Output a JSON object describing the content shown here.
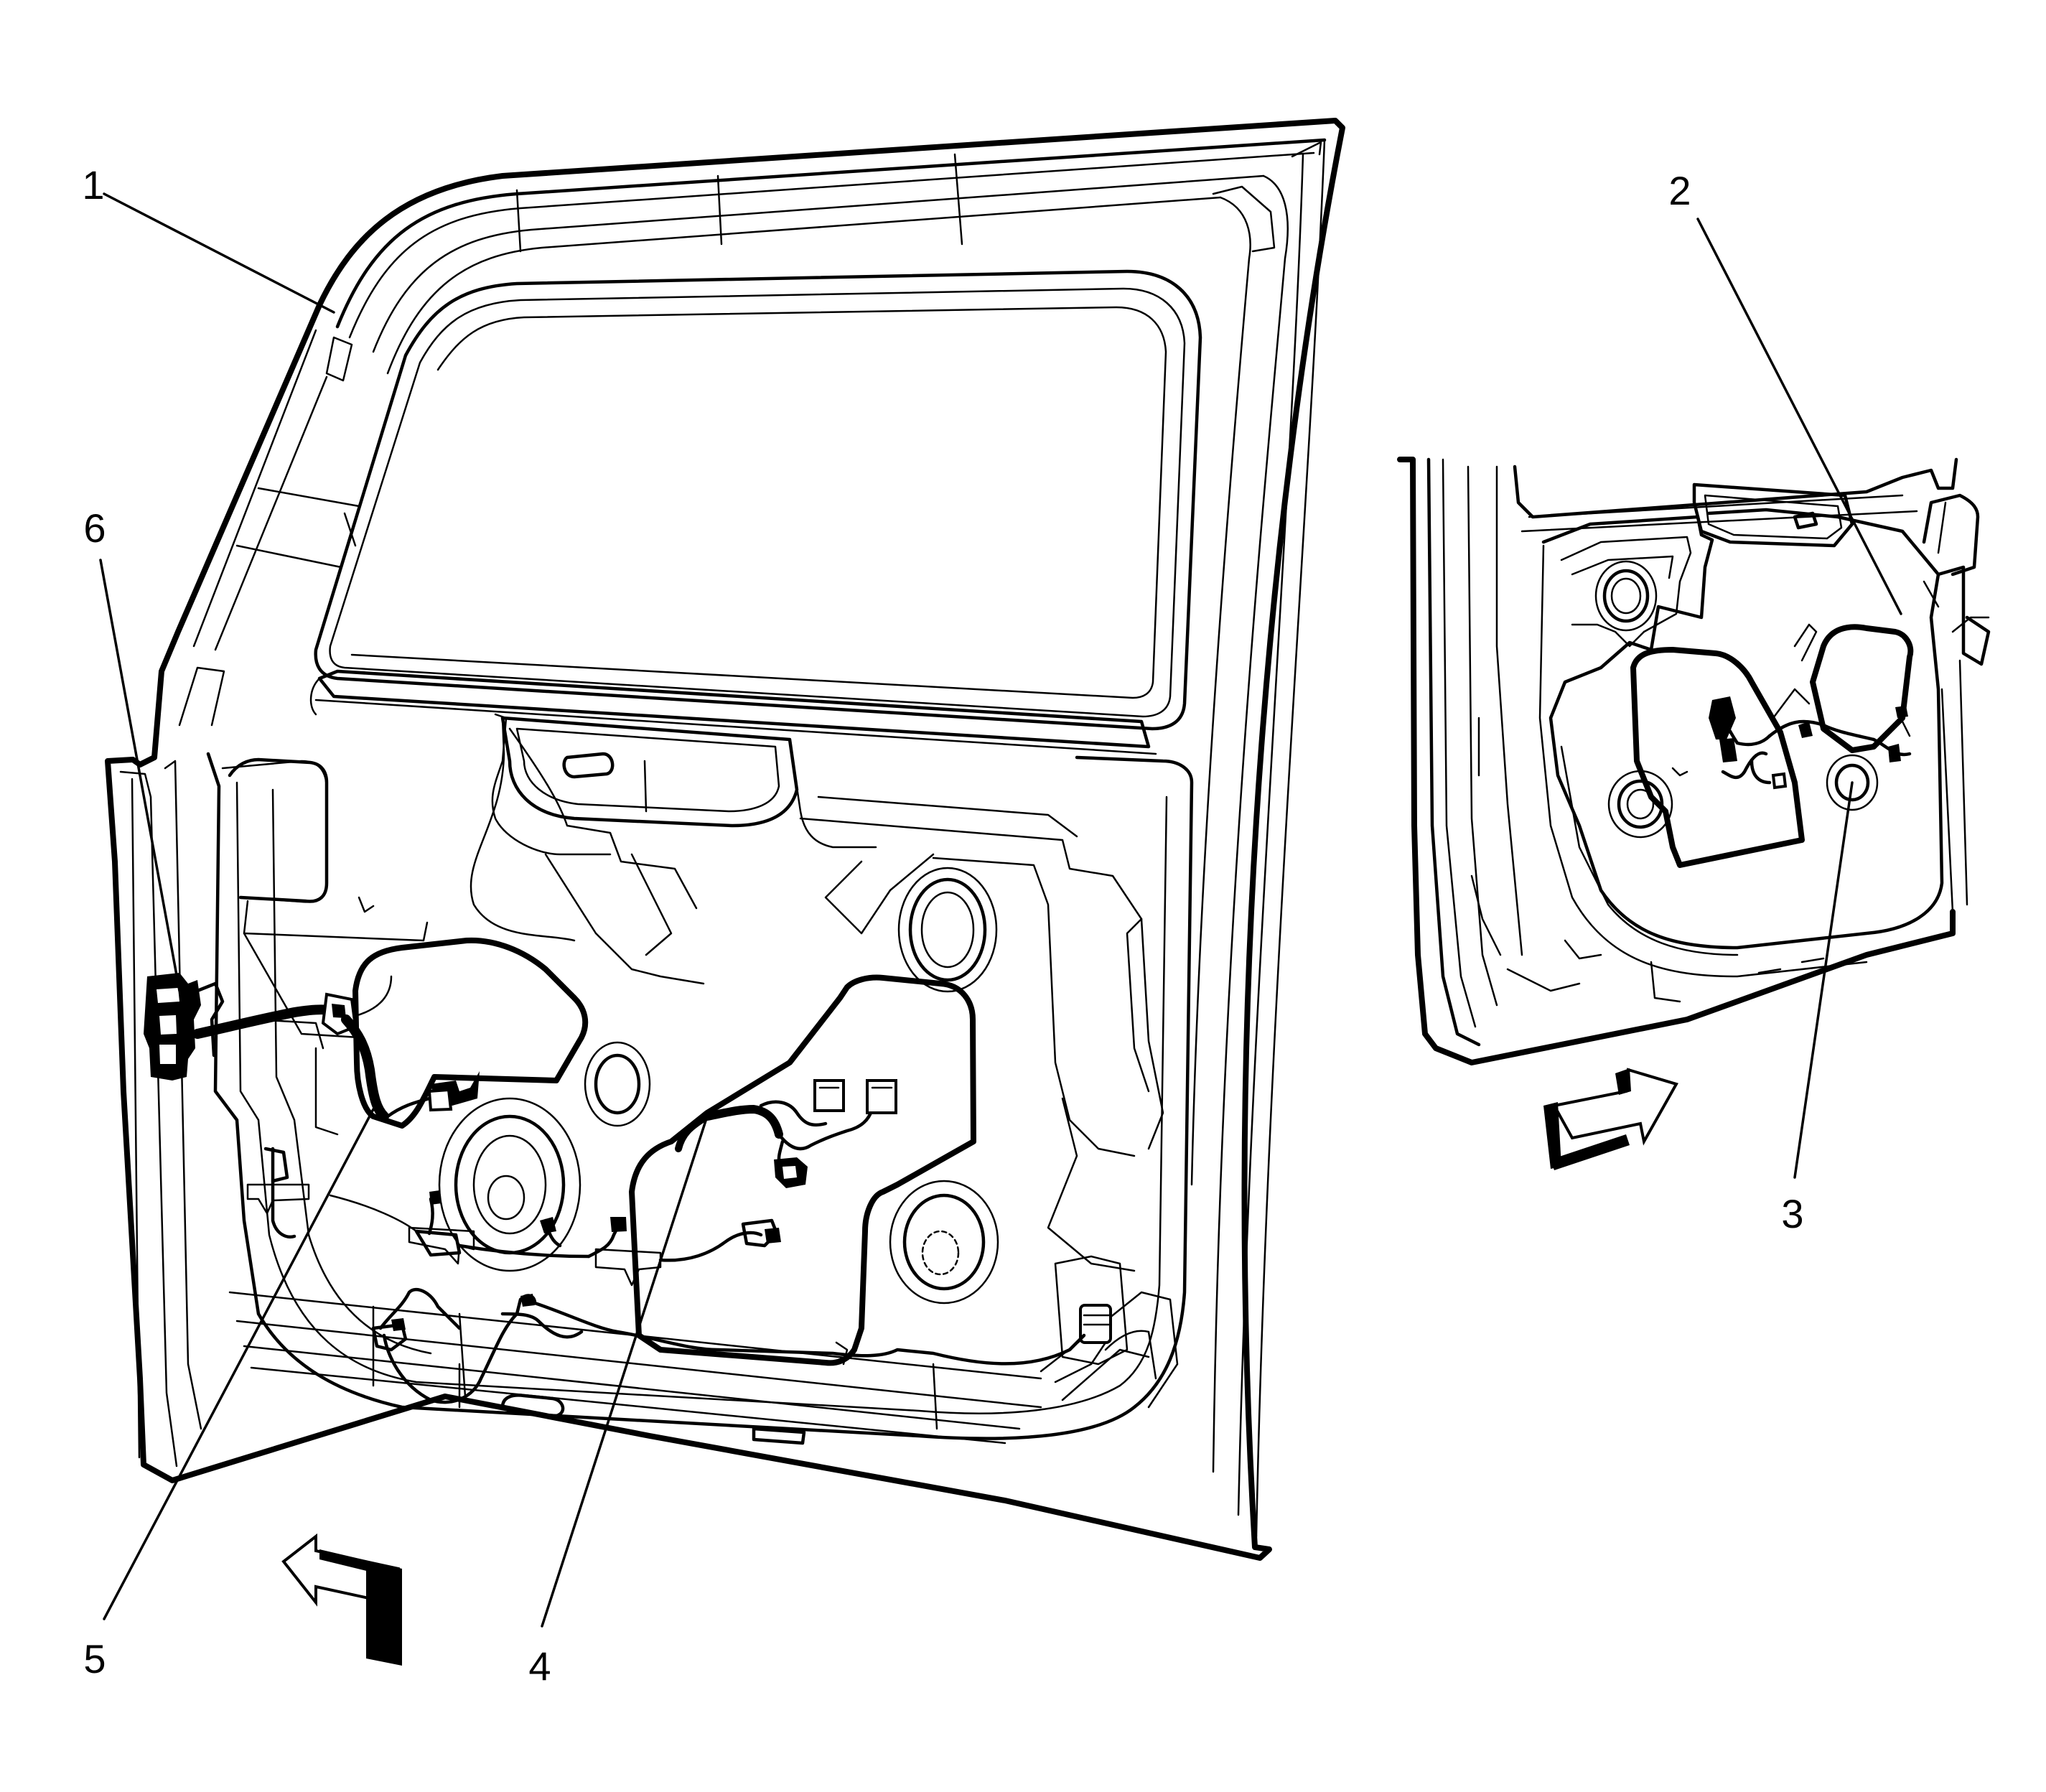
{
  "diagram": {
    "colors": {
      "ink": "#000000",
      "paper": "#ffffff"
    },
    "callouts": [
      {
        "id": "1",
        "label": "1"
      },
      {
        "id": "2",
        "label": "2"
      },
      {
        "id": "3",
        "label": "3"
      },
      {
        "id": "4",
        "label": "4"
      },
      {
        "id": "5",
        "label": "5"
      },
      {
        "id": "6",
        "label": "6"
      }
    ],
    "arrows": [
      {
        "id": "main",
        "icon": "arrow-direction-icon"
      },
      {
        "id": "inset",
        "icon": "arrow-direction-icon"
      }
    ]
  }
}
